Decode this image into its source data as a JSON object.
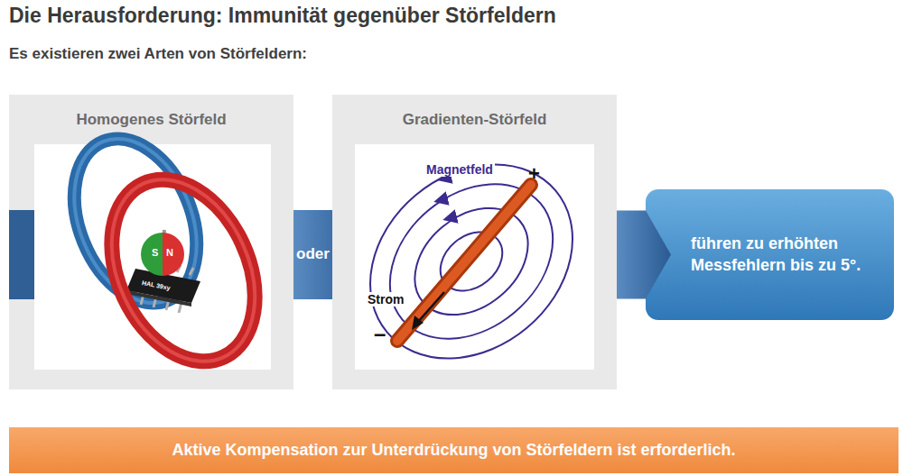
{
  "diagram": {
    "title": "Die Herausforderung: Immunität gegenüber Störfeldern",
    "nodes": [
      {
        "text": [
          "Homogenes Störfeld"
        ]
      },
      {
        "text": [
          "Gradienten-Störfeld"
        ]
      },
      {
        "text": [
          "oder"
        ]
      },
      {
        "text": [
          "führen zu erhöhten Messfehlern bis zu 5°."
        ]
      },
      {
        "text": [
          "Aktive Kompensation zur Unterdrückung von Störfeldern ist erforderlich."
        ]
      }
    ],
    "edges": [
      {
        "from": 1,
        "to": 3,
        "arrow": "to"
      }
    ],
    "labels": [
      "Es existieren zwei Arten von Störfeldern:",
      "S",
      "N",
      "HAL 39xy",
      "Magnetfeld",
      "+",
      "Strom",
      "–"
    ]
  }
}
